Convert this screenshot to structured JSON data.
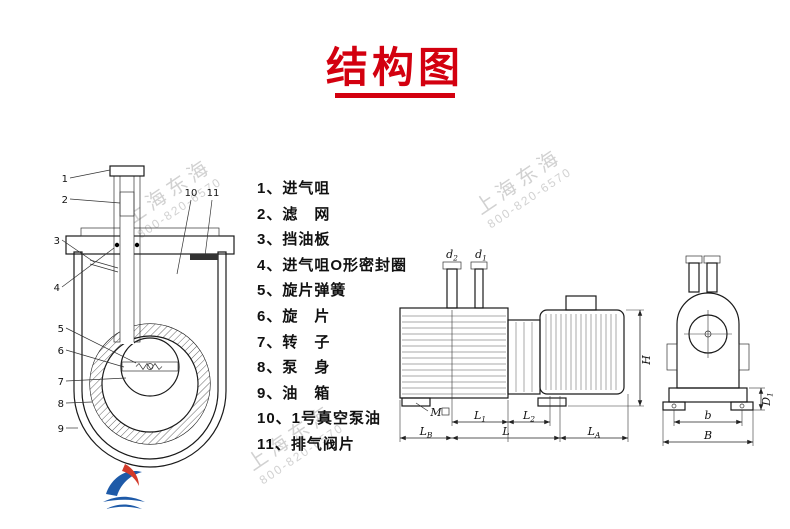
{
  "title": "结构图",
  "parts_list": [
    "1、进气咀",
    "2、滤　网",
    "3、挡油板",
    "4、进气咀O形密封圈",
    "5、旋片弹簧",
    "6、旋　片",
    "7、转　子",
    "8、泵　身",
    "9、油　箱",
    "10、1号真空泵油",
    "11、排气阀片"
  ],
  "callouts": [
    "1",
    "2",
    "3",
    "4",
    "5",
    "6",
    "7",
    "8",
    "9",
    "10",
    "11"
  ],
  "dims": {
    "d2": {
      "main": "d",
      "sub": "2"
    },
    "d1": {
      "main": "d",
      "sub": "1"
    },
    "H": {
      "main": "H",
      "sub": ""
    },
    "M": {
      "main": "M",
      "sub": ""
    },
    "L1": {
      "main": "L",
      "sub": "1"
    },
    "L2": {
      "main": "L",
      "sub": "2"
    },
    "LB": {
      "main": "L",
      "sub": "B"
    },
    "L": {
      "main": "L",
      "sub": ""
    },
    "LA": {
      "main": "L",
      "sub": "A"
    },
    "b": {
      "main": "b",
      "sub": ""
    },
    "D1": {
      "main": "D",
      "sub": "1"
    },
    "B": {
      "main": "B",
      "sub": ""
    }
  },
  "watermark": {
    "name": "上海东海",
    "phone": "800-820-6570"
  },
  "colors": {
    "accent_red": "#d3000f",
    "logo_blue": "#1e5aa8",
    "logo_red": "#d23a2a"
  }
}
